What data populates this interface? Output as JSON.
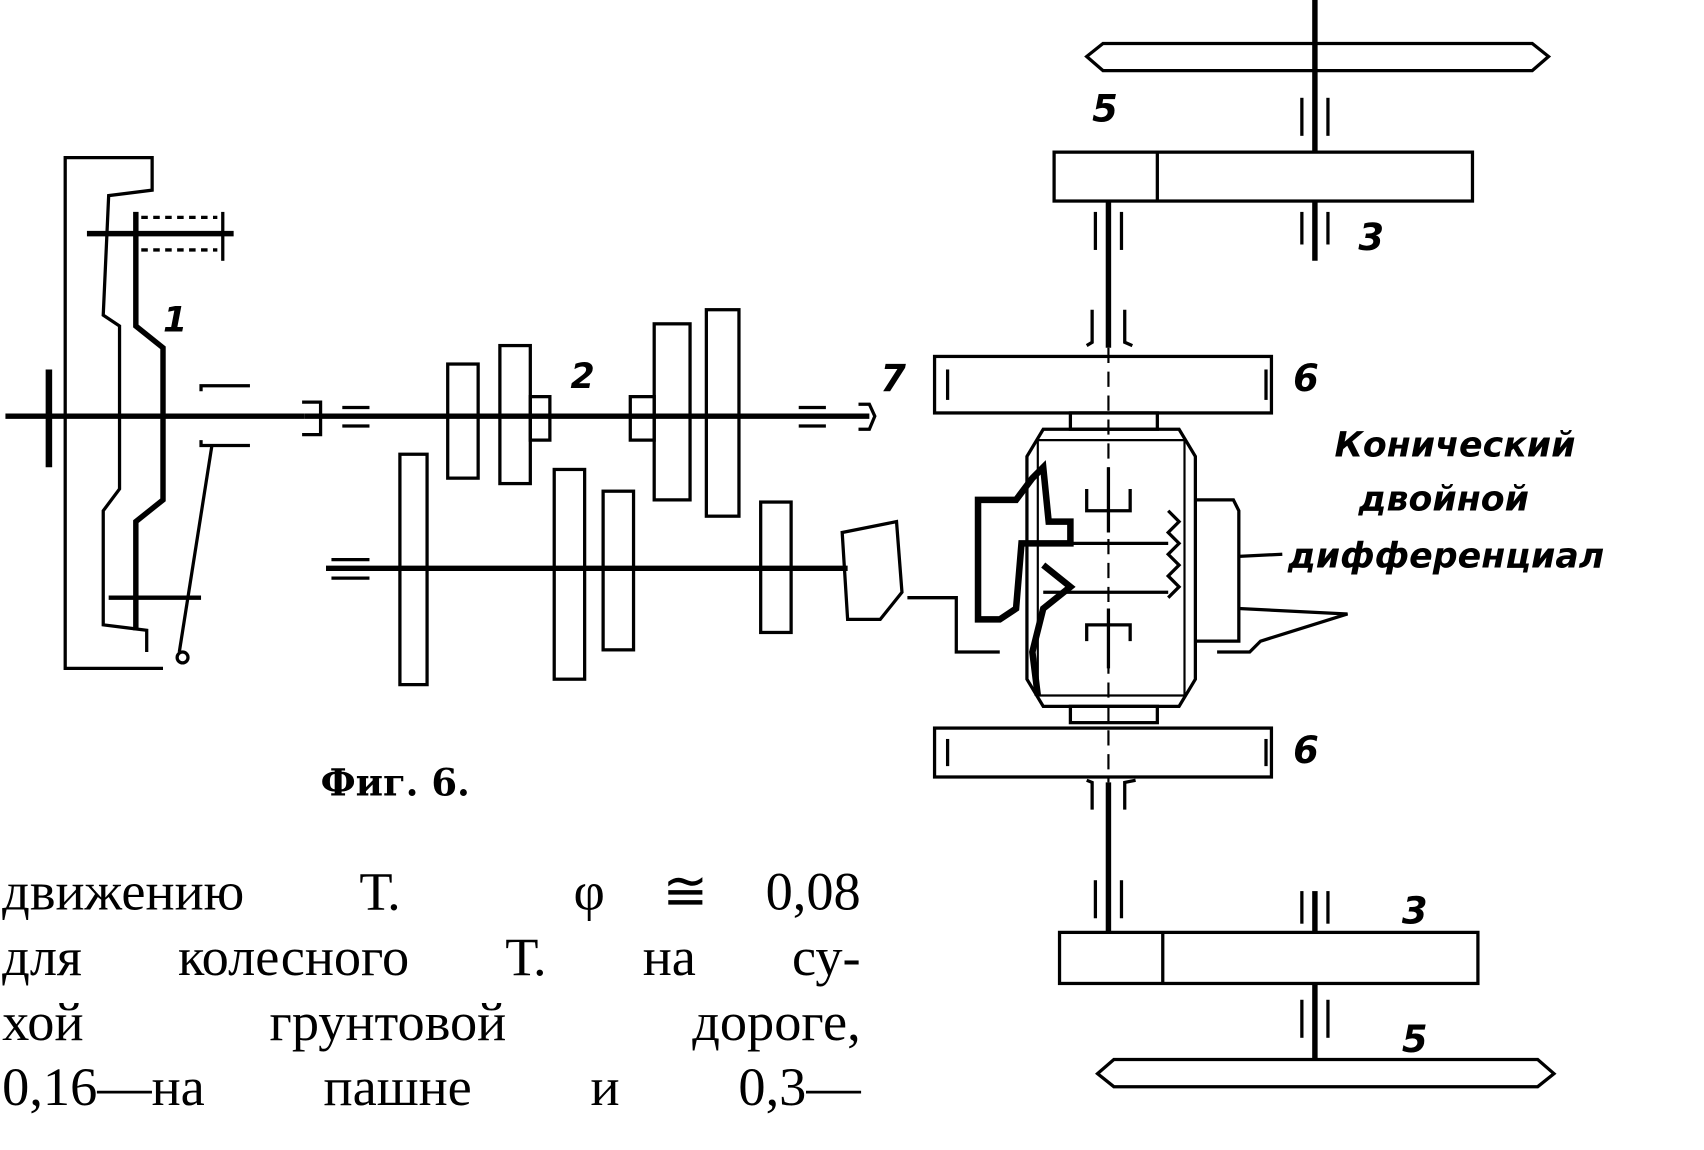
{
  "figure": {
    "caption": "Фиг. 6.",
    "labels": {
      "part1": "1",
      "part2": "2",
      "part3_top": "3",
      "part3_bottom": "3",
      "part5_top": "5",
      "part5_bottom": "5",
      "part6_top": "6",
      "part6_bottom": "6",
      "part7": "7"
    },
    "annotation": [
      "Конический",
      "двойной",
      "дифференциал"
    ]
  },
  "body_text": {
    "lines": [
      "движению  Т.   φ ≅ 0,08",
      "для колесного Т. на су-",
      "хой  грунтовой  дороге,",
      "0,16—на пашне и 0,3—"
    ]
  }
}
